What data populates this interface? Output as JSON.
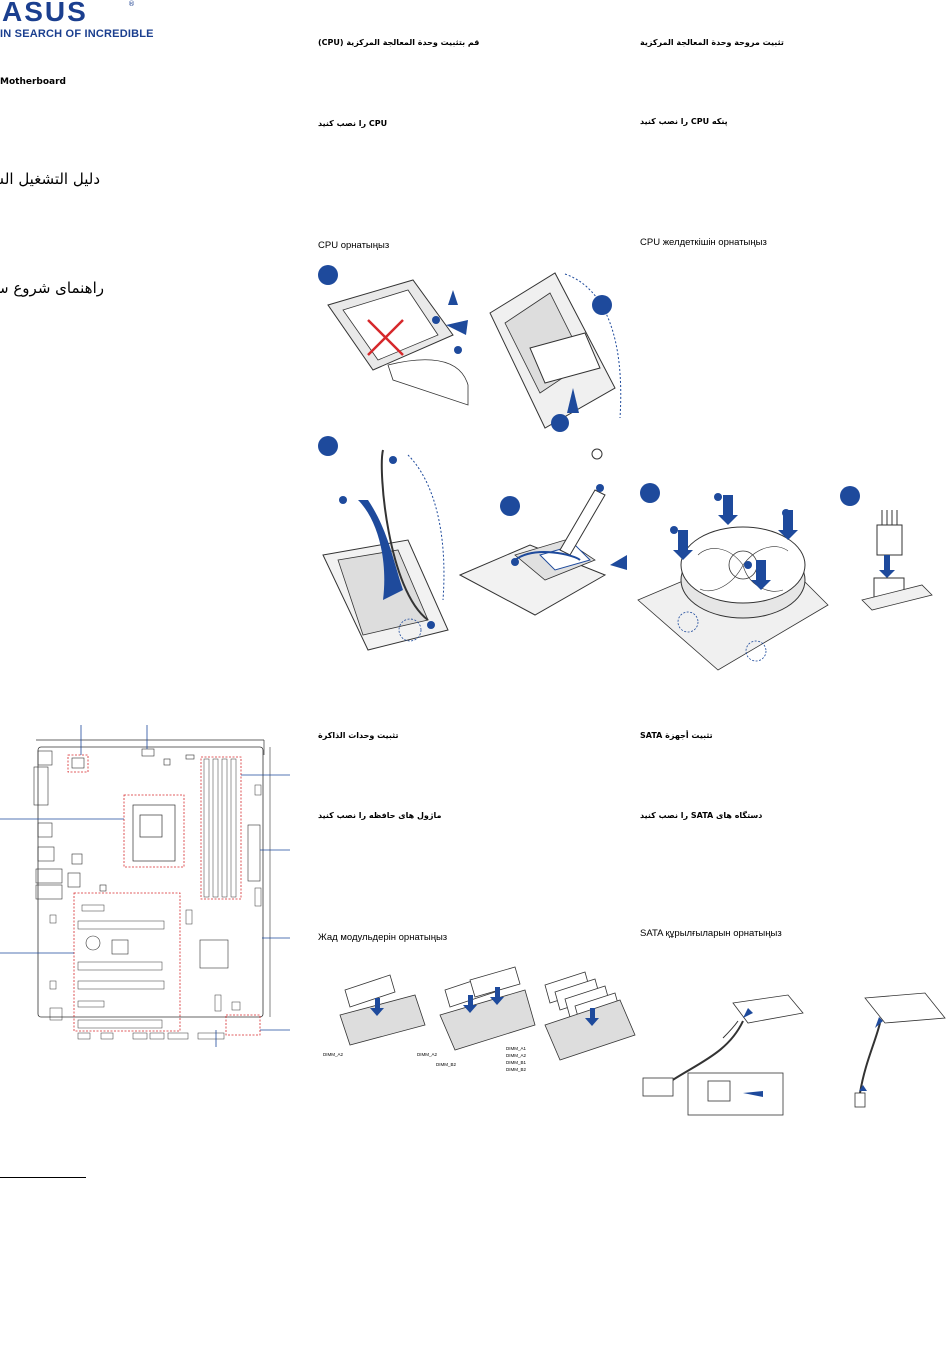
{
  "brand": {
    "logo": "ASUS",
    "tagline": "IN SEARCH OF INCREDIBLE",
    "logo_color": "#1b3f8f",
    "registered": "®"
  },
  "model": "Motherboard",
  "guide_titles": {
    "arabic": "دليل التشغيل السريع",
    "persian": "راهنمای شروع سریع"
  },
  "sections": {
    "cpu": {
      "ar": "قم بتثبيت وحدة المعالجة المركزية (CPU)",
      "fa": "CPU را نصب كنيد",
      "kz": "CPU орнатыңыз"
    },
    "cpu_fan": {
      "ar": "تثبيت مروحة وحدة المعالجة المركزية",
      "fa": "پنكه CPU را نصب كنيد",
      "kz": "CPU желдеткішін орнатыңыз"
    },
    "memory": {
      "ar": "تثبيت وحدات الذاكرة",
      "fa": "ماژول های حافظه را نصب كنيد",
      "kz": "Жад модульдерін орнатыңыз"
    },
    "sata": {
      "ar": "تثبيت أجهزة SATA",
      "fa": "دستگاه های SATA را نصب كنيد",
      "kz": "SATA құрылғыларын орнатыңыз"
    }
  },
  "dimm_labels": {
    "one": [
      "DIMM_A2"
    ],
    "two": [
      "DIMM_A2",
      "DIMM_B2"
    ],
    "four": [
      "DIMM_A1",
      "DIMM_A2",
      "DIMM_B1",
      "DIMM_B2"
    ]
  },
  "colors": {
    "accent_blue": "#1e4a9c",
    "dash_red": "#d6282b",
    "line_gray": "#333333"
  }
}
